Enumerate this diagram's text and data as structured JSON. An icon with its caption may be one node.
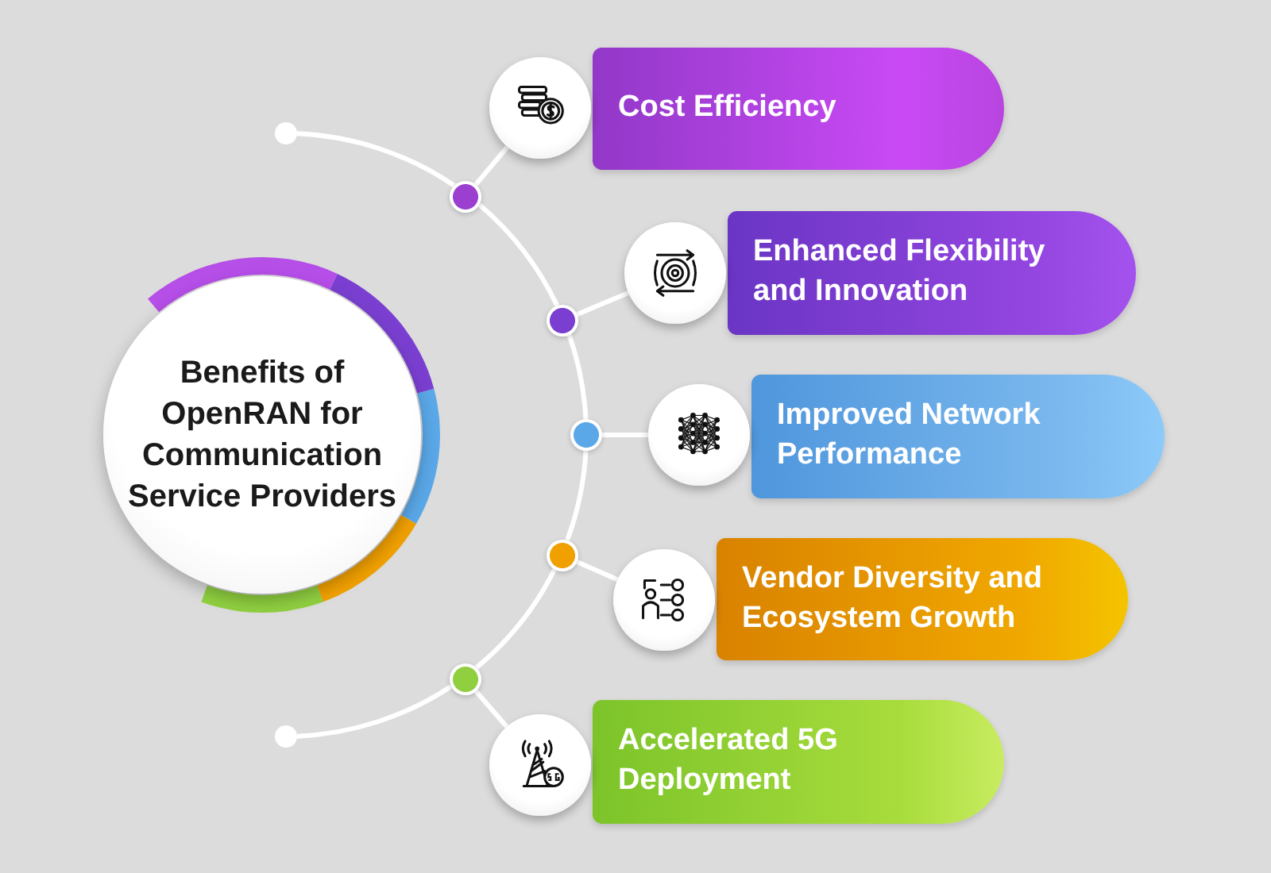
{
  "diagram": {
    "nodes": [
      {
        "text": [
          "Benefits of OpenRAN for Communication Service Providers"
        ]
      },
      {
        "text": [
          "Cost Efficiency"
        ]
      },
      {
        "text": [
          "Enhanced Flexibility and Innovation"
        ]
      },
      {
        "text": [
          "Improved Network Performance"
        ]
      },
      {
        "text": [
          "Vendor Diversity and Ecosystem Growth"
        ]
      },
      {
        "text": [
          "Accelerated 5G Deployment"
        ]
      },
      {
        "text": [],
        "shape": "circle"
      },
      {
        "text": [],
        "shape": "circle"
      },
      {
        "text": [],
        "shape": "circle"
      },
      {
        "text": [],
        "shape": "circle"
      },
      {
        "text": [],
        "shape": "circle"
      },
      {
        "text": [],
        "shape": "circle"
      },
      {
        "text": [],
        "shape": "circle"
      },
      {
        "text": [],
        "shape": "circle"
      },
      {
        "text": [],
        "shape": "circle"
      },
      {
        "text": [],
        "shape": "circle"
      },
      {
        "text": [],
        "shape": "circle"
      },
      {
        "text": [],
        "shape": "circle"
      }
    ],
    "edges": [
      {
        "from": 11,
        "to": 12,
        "arrow": "none"
      },
      {
        "from": 12,
        "to": 13,
        "arrow": "none"
      },
      {
        "from": 13,
        "to": 14,
        "arrow": "none"
      },
      {
        "from": 14,
        "to": 15,
        "arrow": "none"
      },
      {
        "from": 15,
        "to": 16,
        "arrow": "none"
      },
      {
        "from": 16,
        "to": 17,
        "arrow": "none"
      },
      {
        "from": 12,
        "to": 6,
        "arrow": "none"
      },
      {
        "from": 13,
        "to": 7,
        "arrow": "none"
      },
      {
        "from": 14,
        "to": 8,
        "arrow": "none"
      },
      {
        "from": 15,
        "to": 9,
        "arrow": "none"
      },
      {
        "from": 16,
        "to": 10,
        "arrow": "none"
      }
    ]
  }
}
